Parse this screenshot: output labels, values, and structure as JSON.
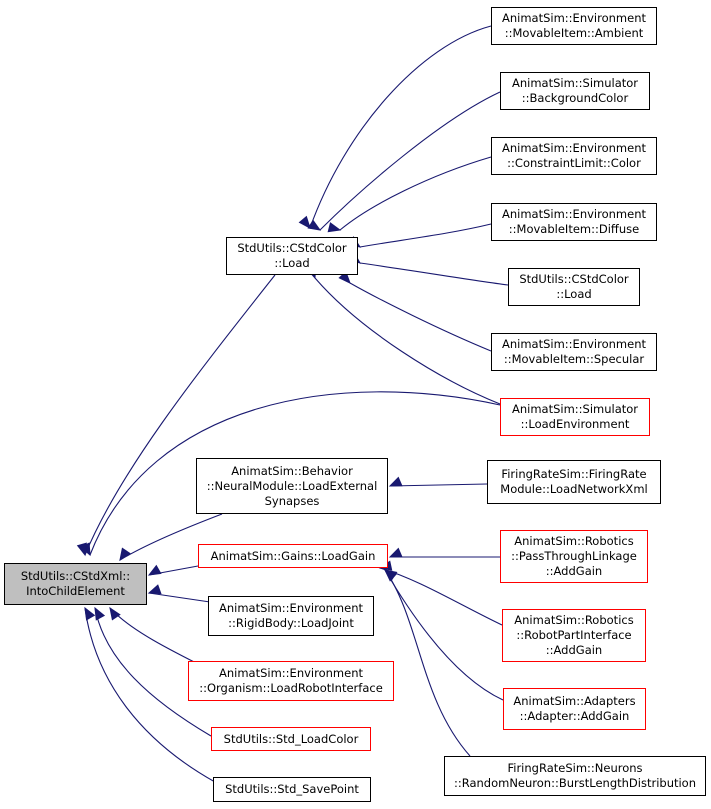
{
  "colors": {
    "edge": "#191970",
    "node_border": "#000000",
    "incomplete_border": "#ff0000",
    "root_fill": "#bfbfbf"
  },
  "nodes": {
    "root": [
      "StdUtils::CStdXml::",
      "IntoChildElement"
    ],
    "cstdcolor_load_main": [
      "StdUtils::CStdColor",
      "::Load"
    ],
    "ambient": [
      "AnimatSim::Environment",
      "::MovableItem::Ambient"
    ],
    "background_color": [
      "AnimatSim::Simulator",
      "::BackgroundColor"
    ],
    "constraint_color": [
      "AnimatSim::Environment",
      "::ConstraintLimit::Color"
    ],
    "diffuse": [
      "AnimatSim::Environment",
      "::MovableItem::Diffuse"
    ],
    "cstdcolor_load_2": [
      "StdUtils::CStdColor",
      "::Load"
    ],
    "specular": [
      "AnimatSim::Environment",
      "::MovableItem::Specular"
    ],
    "load_environment": [
      "AnimatSim::Simulator",
      "::LoadEnvironment"
    ],
    "load_external_synapses": [
      "AnimatSim::Behavior",
      "::NeuralModule::LoadExternal",
      "Synapses"
    ],
    "load_network_xml": [
      "FiringRateSim::FiringRate",
      "Module::LoadNetworkXml"
    ],
    "load_gain": [
      "AnimatSim::Gains::LoadGain"
    ],
    "pass_through_add_gain": [
      "AnimatSim::Robotics",
      "::PassThroughLinkage",
      "::AddGain"
    ],
    "robot_part_add_gain": [
      "AnimatSim::Robotics",
      "::RobotPartInterface",
      "::AddGain"
    ],
    "adapter_add_gain": [
      "AnimatSim::Adapters",
      "::Adapter::AddGain"
    ],
    "burst_length": [
      "FiringRateSim::Neurons",
      "::RandomNeuron::BurstLengthDistribution"
    ],
    "load_joint": [
      "AnimatSim::Environment",
      "::RigidBody::LoadJoint"
    ],
    "load_robot_interface": [
      "AnimatSim::Environment",
      "::Organism::LoadRobotInterface"
    ],
    "std_load_color": [
      "StdUtils::Std_LoadColor"
    ],
    "std_save_point": [
      "StdUtils::Std_SavePoint"
    ]
  }
}
